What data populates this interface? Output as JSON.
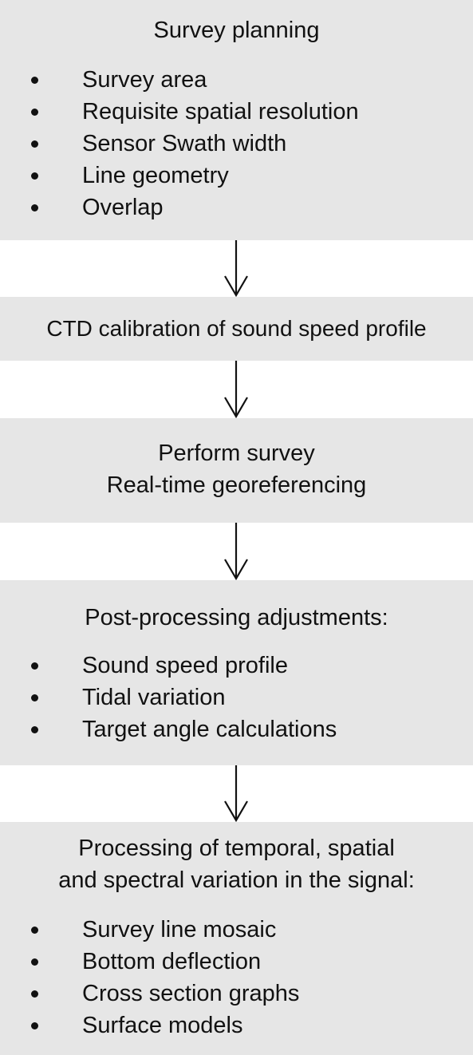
{
  "planning": {
    "title": "Survey planning",
    "items": [
      "Survey area",
      "Requisite spatial resolution",
      "Sensor Swath width",
      "Line geometry",
      "Overlap"
    ]
  },
  "ctd": {
    "title": "CTD calibration of sound speed profile"
  },
  "survey": {
    "line1": "Perform survey",
    "line2": "Real-time georeferencing"
  },
  "post": {
    "title": "Post-processing adjustments:",
    "items": [
      "Sound speed profile",
      "Tidal variation",
      "Target angle calculations"
    ]
  },
  "processing": {
    "line1": "Processing of temporal, spatial",
    "line2": "and spectral variation in the signal:",
    "items": [
      "Survey line mosaic",
      "Bottom deflection",
      "Cross section graphs",
      "Surface models"
    ]
  }
}
